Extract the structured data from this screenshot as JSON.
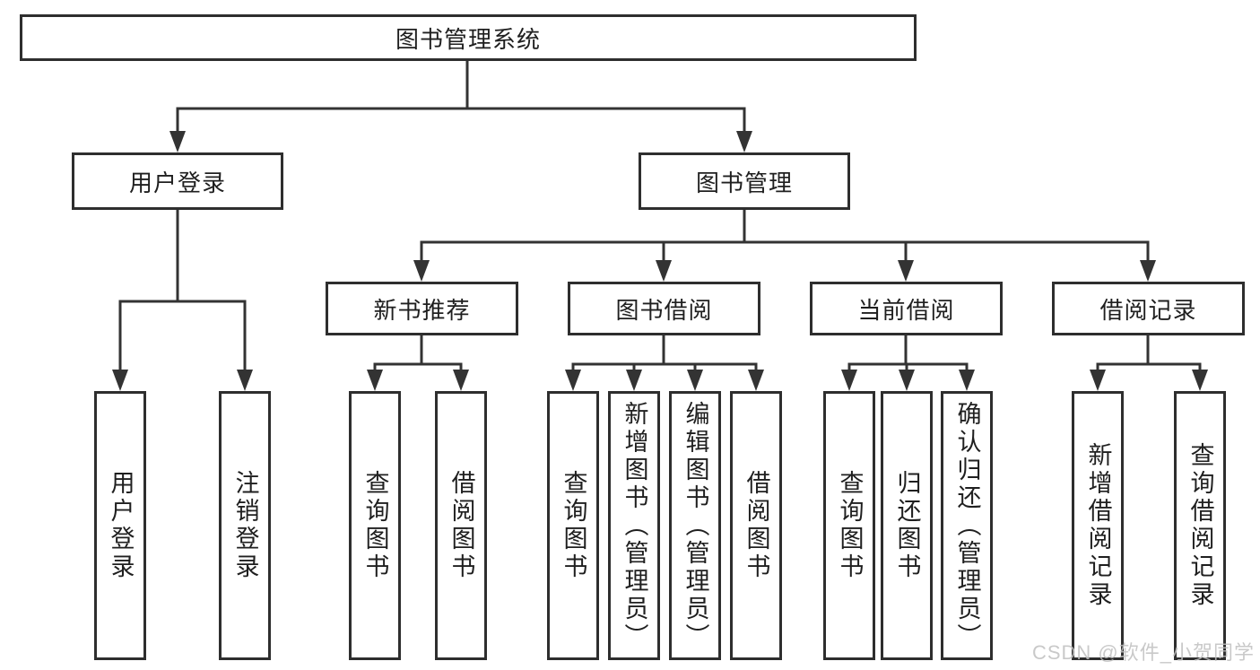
{
  "diagram": {
    "root": "图书管理系统",
    "level2": [
      "用户登录",
      "图书管理"
    ],
    "level3": [
      "新书推荐",
      "图书借阅",
      "当前借阅",
      "借阅记录"
    ],
    "leaves": {
      "user_login": [
        "用户登录",
        "注销登录"
      ],
      "new_book_recommend": [
        "查询图书",
        "借阅图书"
      ],
      "book_borrow": [
        "查询图书",
        "新增图书（管理员）",
        "编辑图书（管理员）",
        "借阅图书"
      ],
      "current_borrow": [
        "查询图书",
        "归还图书",
        "确认归还（管理员）"
      ],
      "borrow_records": [
        "新增借阅记录",
        "查询借阅记录"
      ]
    }
  },
  "watermark": {
    "text": "CSDN @软件_小贺同学"
  },
  "colors": {
    "border": "#2e2e2e",
    "line": "#333333",
    "text": "#1f1f1f",
    "watermark": "#c0c0c0",
    "background": "#ffffff"
  }
}
